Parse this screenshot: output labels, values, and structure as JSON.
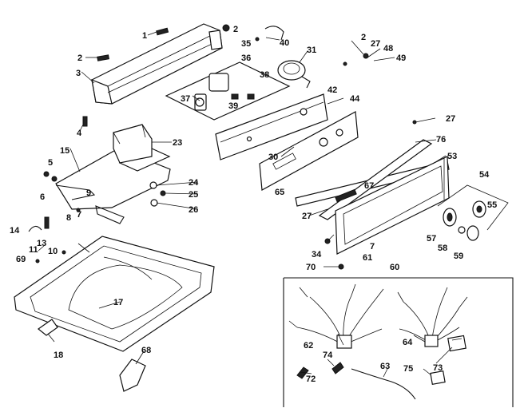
{
  "callouts": [
    "1",
    "2",
    "2",
    "2",
    "2",
    "3",
    "4",
    "5",
    "6",
    "7",
    "7",
    "8",
    "9",
    "10",
    "11",
    "13",
    "14",
    "15",
    "17",
    "18",
    "23",
    "24",
    "25",
    "26",
    "27",
    "27",
    "27",
    "30",
    "31",
    "34",
    "35",
    "36",
    "37",
    "38",
    "39",
    "40",
    "42",
    "44",
    "48",
    "49",
    "53",
    "54",
    "55",
    "57",
    "58",
    "59",
    "60",
    "61",
    "62",
    "63",
    "64",
    "65",
    "67",
    "68",
    "69",
    "70",
    "72",
    "73",
    "74",
    "75",
    "76"
  ]
}
